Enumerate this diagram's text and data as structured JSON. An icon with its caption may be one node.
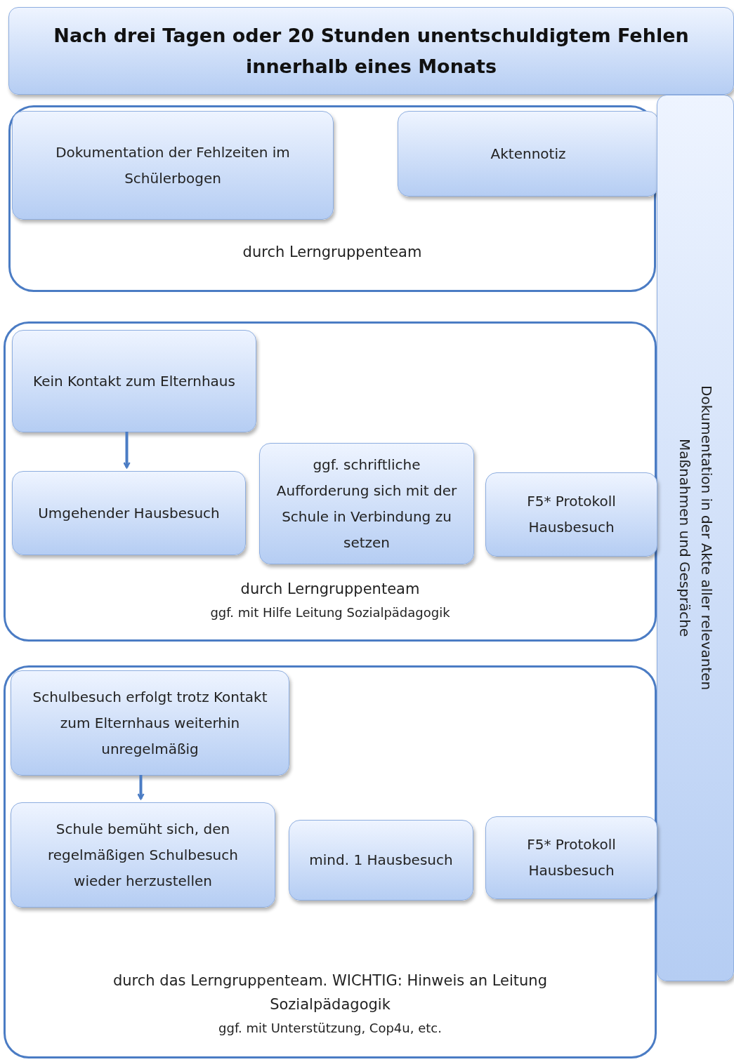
{
  "diagram": {
    "nodes": [
      {
        "text": [
          "Nach drei Tagen oder 20 Stunden unentschuldigtem Fehlen innerhalb eines Monats"
        ]
      },
      {
        "text": [
          "durch Lerngruppenteam"
        ]
      },
      {
        "text": [
          "Dokumentation der Fehlzeiten im Schülerbogen"
        ],
        "in": 1
      },
      {
        "text": [
          "Aktennotiz"
        ],
        "in": 1
      },
      {
        "text": [
          "Dokumentation in der Akte aller relevanten Maßnahmen und Gespräche"
        ]
      },
      {
        "text": [
          "durch Lerngruppenteam",
          "ggf. mit Hilfe Leitung Sozialpädagogik"
        ]
      },
      {
        "text": [
          "Kein Kontakt zum Elternhaus"
        ],
        "in": 5
      },
      {
        "text": [
          "Umgehender Hausbesuch"
        ],
        "in": 5
      },
      {
        "text": [
          "ggf. schriftliche Aufforderung sich mit der Schule in Verbindung zu setzen"
        ],
        "in": 5
      },
      {
        "text": [
          "F5* Protokoll Hausbesuch"
        ],
        "in": 5
      },
      {
        "text": [
          "durch das Lerngruppenteam. WICHTIG: Hinweis an Leitung Sozialpädagogik",
          "ggf. mit Unterstützung, Cop4u, etc."
        ]
      },
      {
        "text": [
          "Schulbesuch erfolgt trotz Kontakt zum Elternhaus weiterhin unregelmäßig"
        ],
        "in": 10
      },
      {
        "text": [
          "Schule bemüht sich, den regelmäßigen Schulbesuch wieder herzustellen"
        ],
        "in": 10
      },
      {
        "text": [
          "mind. 1 Hausbesuch"
        ],
        "in": 10
      },
      {
        "text": [
          "F5* Protokoll Hausbesuch"
        ],
        "in": 10
      }
    ],
    "edges": [
      {
        "from": 6,
        "to": 7,
        "arrow": "to"
      },
      {
        "from": 11,
        "to": 12,
        "arrow": "to"
      }
    ]
  }
}
